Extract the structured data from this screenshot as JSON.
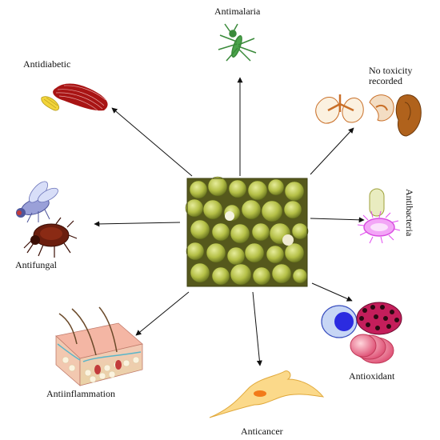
{
  "diagram": {
    "center": "dried fig-like fruits",
    "labels": {
      "antimalaria": "Antimalaria",
      "antidiabetic": "Antidiabetic",
      "no_toxicity_line1": "No toxicity",
      "no_toxicity_line2": "recorded",
      "antibacteria": "Antibacteria",
      "antifungal": "Antifungal",
      "antiinflammation": "Antiinflammation",
      "antioxidant": "Antioxidant",
      "anticancer": "Anticancer"
    },
    "icons": {
      "antimalaria": "mosquito-icon",
      "antidiabetic": "muscle-tissue-icon",
      "no_toxicity": "organs-icon",
      "antibacteria": "bacteria-icon",
      "antifungal": "fly-cockroach-icon",
      "antiinflammation": "skin-section-icon",
      "antioxidant": "cells-icon",
      "anticancer": "cancer-cell-icon"
    },
    "colors": {
      "arrow": "#111111",
      "fruit": "#b7c24a",
      "mosquito": "#3a8a3a",
      "muscle": "#b01818",
      "organ": "#c96f28",
      "bacteria": "#d94ee0",
      "cell_blue": "#2b2be0",
      "cell_pink": "#e0577a",
      "cancer": "#f5c25a"
    }
  }
}
